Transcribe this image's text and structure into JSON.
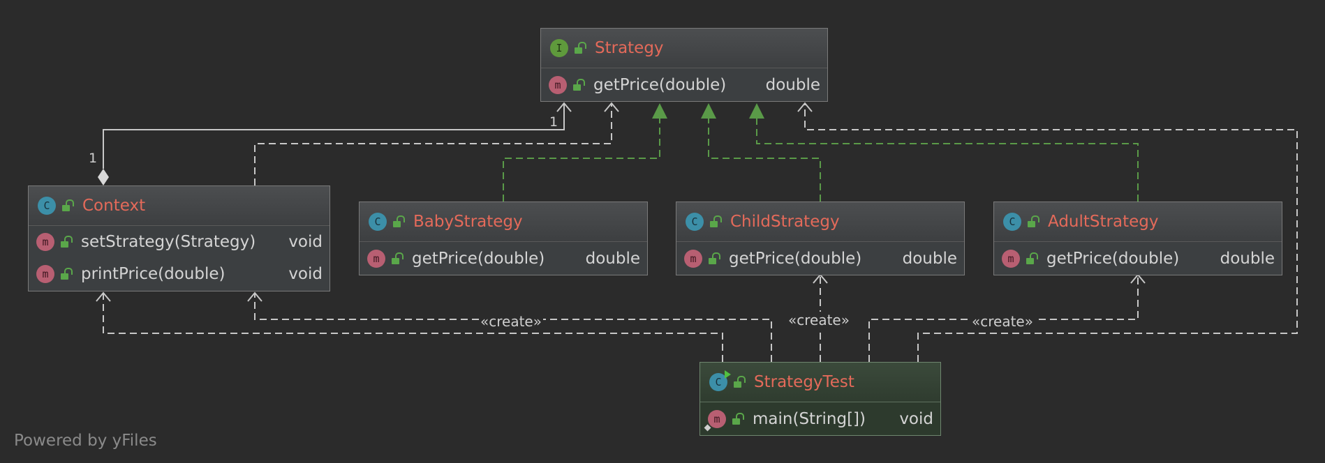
{
  "nodes": {
    "strategy": {
      "name": "Strategy",
      "kind_icon": "I",
      "methods": [
        {
          "signature": "getPrice(double)",
          "returns": "double"
        }
      ]
    },
    "context": {
      "name": "Context",
      "kind_icon": "C",
      "methods": [
        {
          "signature": "setStrategy(Strategy)",
          "returns": "void"
        },
        {
          "signature": "printPrice(double)",
          "returns": "void"
        }
      ]
    },
    "baby": {
      "name": "BabyStrategy",
      "kind_icon": "C",
      "methods": [
        {
          "signature": "getPrice(double)",
          "returns": "double"
        }
      ]
    },
    "child": {
      "name": "ChildStrategy",
      "kind_icon": "C",
      "methods": [
        {
          "signature": "getPrice(double)",
          "returns": "double"
        }
      ]
    },
    "adult": {
      "name": "AdultStrategy",
      "kind_icon": "C",
      "methods": [
        {
          "signature": "getPrice(double)",
          "returns": "double"
        }
      ]
    },
    "test": {
      "name": "StrategyTest",
      "kind_icon": "C",
      "methods": [
        {
          "signature": "main(String[])",
          "returns": "void"
        }
      ]
    }
  },
  "method_icon": "m",
  "edge_labels": {
    "create_1": "«create»",
    "create_2": "«create»",
    "create_3": "«create»",
    "mult_context": "1",
    "mult_strategy": "1"
  },
  "footer": "Powered by yFiles",
  "colors": {
    "background": "#2b2b2b",
    "class_name": "#e46a5a",
    "realization": "#5a9a48",
    "dependency": "#c8c8c8"
  }
}
